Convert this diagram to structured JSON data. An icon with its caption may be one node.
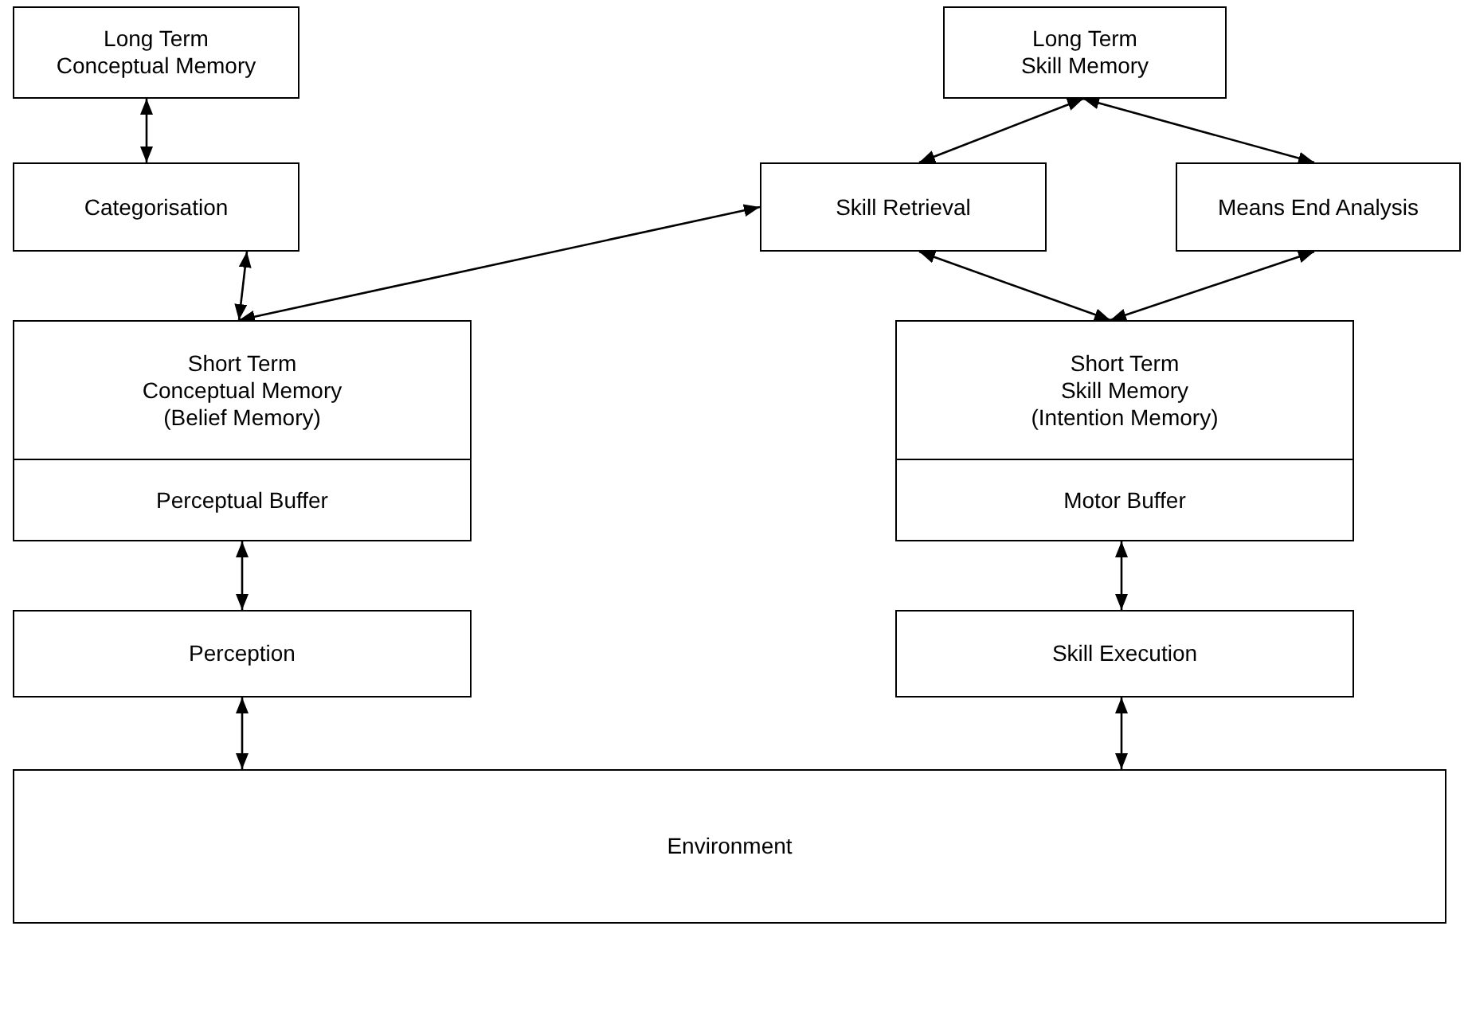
{
  "diagram": {
    "nodes": [
      {
        "text": [
          "Long Term Conceptual Memory"
        ]
      },
      {
        "text": [
          "Long Term Skill Memory"
        ]
      },
      {
        "text": [
          "Categorisation"
        ]
      },
      {
        "text": [
          "Skill Retrieval"
        ]
      },
      {
        "text": [
          "Means End Analysis"
        ]
      },
      {
        "text": [
          "Short Term Conceptual Memory",
          "(Belief Memory)"
        ]
      },
      {
        "text": [
          "Short Term Skill Memory",
          "(Intention Memory)"
        ]
      },
      {
        "text": [
          "Perceptual Buffer"
        ]
      },
      {
        "text": [
          "Motor Buffer"
        ]
      },
      {
        "text": [
          "Perception"
        ]
      },
      {
        "text": [
          "Skill Execution"
        ]
      },
      {
        "text": [
          "Environment"
        ]
      }
    ],
    "edges": [
      {
        "from": 0,
        "to": 2,
        "arrow": "both"
      },
      {
        "from": 1,
        "to": 3,
        "arrow": "both"
      },
      {
        "from": 1,
        "to": 4,
        "arrow": "both"
      },
      {
        "from": 2,
        "to": 5,
        "arrow": "both"
      },
      {
        "from": 5,
        "to": 3,
        "arrow": "both"
      },
      {
        "from": 3,
        "to": 6,
        "arrow": "both"
      },
      {
        "from": 4,
        "to": 6,
        "arrow": "both"
      },
      {
        "from": 7,
        "to": 9,
        "arrow": "both"
      },
      {
        "from": 8,
        "to": 10,
        "arrow": "both"
      },
      {
        "from": 9,
        "to": 11,
        "arrow": "both"
      },
      {
        "from": 10,
        "to": 11,
        "arrow": "both"
      }
    ]
  }
}
